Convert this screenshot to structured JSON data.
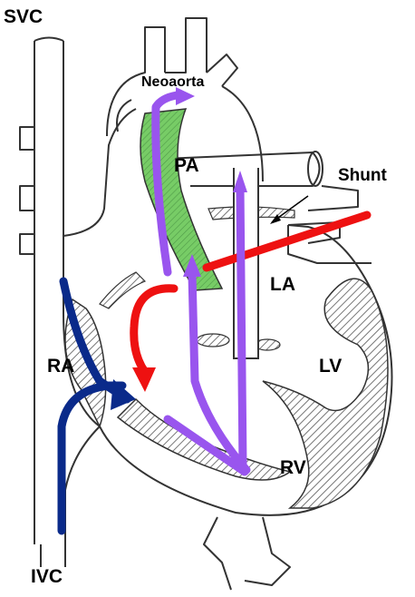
{
  "labels": {
    "svc": "SVC",
    "ivc": "IVC",
    "neoaorta": "Neoaorta",
    "pa": "PA",
    "shunt": "Shunt",
    "la": "LA",
    "ra": "RA",
    "lv": "LV",
    "rv": "RV"
  },
  "colors": {
    "deoxygenated": "#0a2a8a",
    "shunt_flow": "#ee1111",
    "mixed_flow": "#9955ee",
    "neoaorta_fill": "#66cc66",
    "outline": "#333333",
    "hatch": "#888888"
  }
}
